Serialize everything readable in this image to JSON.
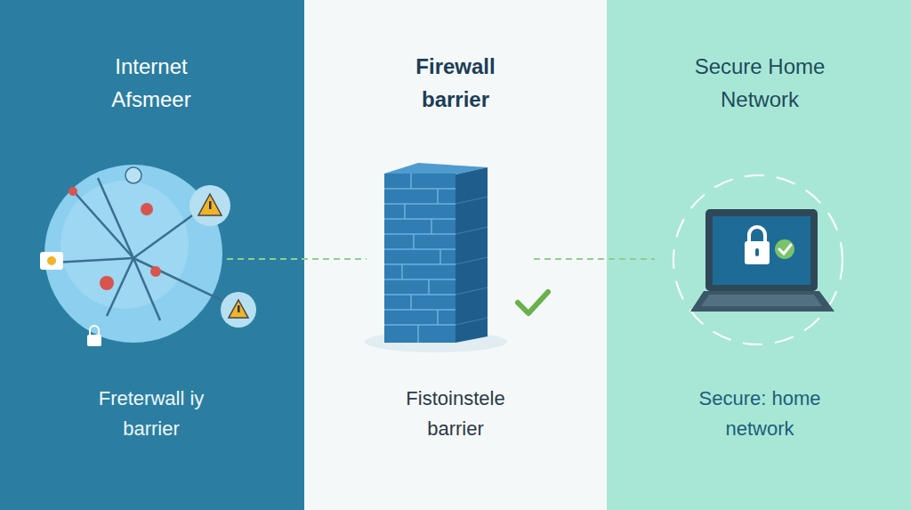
{
  "diagram": {
    "nodes": [
      {
        "text": [
          "Internet Afsmeer",
          "Freterwall iy barrier"
        ]
      },
      {
        "text": [
          "Firewall barrier",
          "Fistoinstele barrier"
        ]
      },
      {
        "text": [
          "Secure Home Network",
          "Secure: home network"
        ]
      }
    ]
  }
}
